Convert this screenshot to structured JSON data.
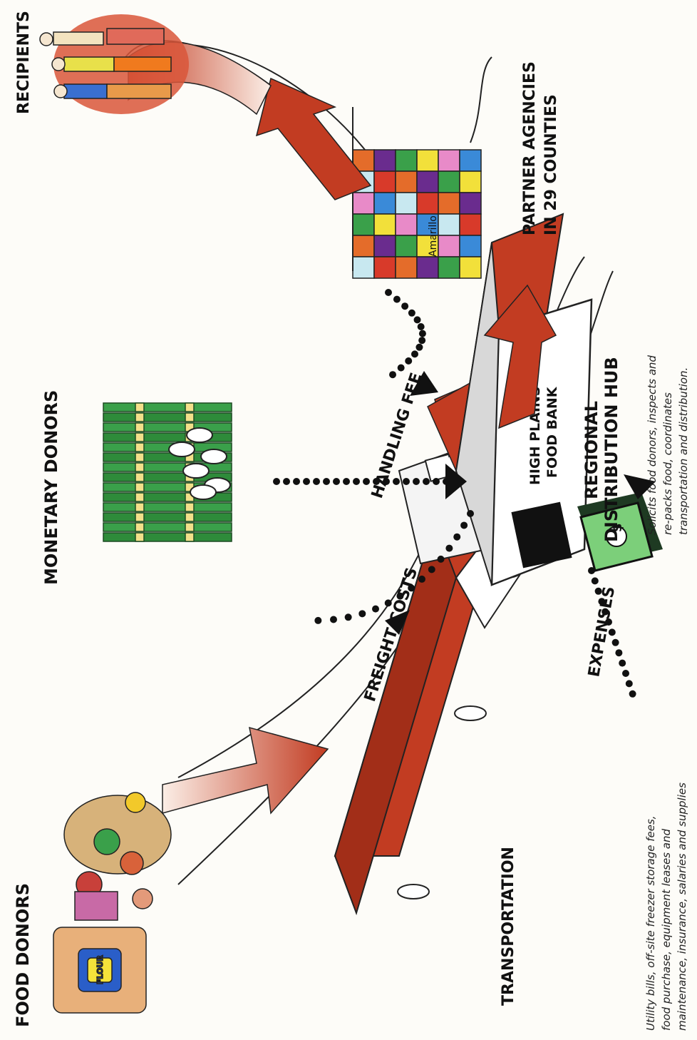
{
  "labels": {
    "food_donors": "FOOD DONORS",
    "monetary_donors": "MONETARY DONORS",
    "recipients": "RECIPIENTS",
    "partner_agencies_1": "PARTNER AGENCIES",
    "partner_agencies_2": "IN 29 COUNTIES",
    "transportation": "TRANSPORTATION",
    "freight_costs": "FREIGHT COSTS",
    "handling_fee": "HANDLING FEE",
    "expenses": "EXPENSES",
    "hub_1": "REGIONAL",
    "hub_2": "DISTRIBUTION HUB",
    "food_bank_1": "HIGH PLAINS",
    "food_bank_2": "FOOD BANK",
    "map_city": "Amarillo",
    "flour": "FLOUR",
    "dollar_sign": "$"
  },
  "captions": {
    "hub_1": "Solicits food donors, inspects and",
    "hub_2": "re-packs food, coordinates",
    "hub_3": "transportation and distribution.",
    "expenses_1": "Utility bills, off-site freezer storage fees,",
    "expenses_2": "food purchase, equipment leases and",
    "expenses_3": "maintenance, insurance, salaries and supplies"
  },
  "colors": {
    "arrow_red": "#c23c22",
    "arrow_fade": "#fbeee6",
    "money_green": "#2e8b3a",
    "text": "#111111"
  },
  "icons": {
    "food": "food-basket-icon",
    "money": "money-stack-icon",
    "truck": "truck-icon",
    "building": "food-bank-building-icon",
    "map": "county-map-icon",
    "people": "recipients-people-icon",
    "bill": "dollar-bill-icon"
  }
}
